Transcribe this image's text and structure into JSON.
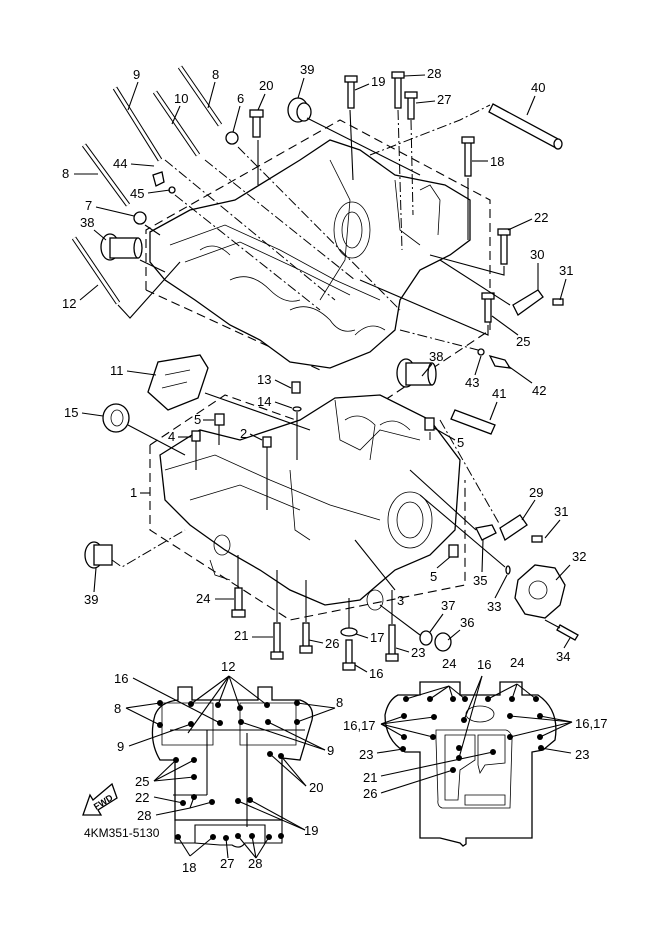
{
  "diagram": {
    "title": "Crankcase exploded parts diagram",
    "drawing_code": "4KM351-5130",
    "fwd_label": "FWD",
    "callouts": {
      "c9": "9",
      "c8a": "8",
      "c10": "10",
      "c6": "6",
      "c20": "20",
      "c39a": "39",
      "c19": "19",
      "c28": "28",
      "c27": "27",
      "c40": "40",
      "c8b": "8",
      "c44": "44",
      "c45": "45",
      "c7": "7",
      "c38a": "38",
      "c12": "12",
      "c18": "18",
      "c22": "22",
      "c30": "30",
      "c31a": "31",
      "c25": "25",
      "c38b": "38",
      "c43": "43",
      "c42": "42",
      "c11": "11",
      "c13": "13",
      "c14": "14",
      "c15": "15",
      "c5a": "5",
      "c4": "4",
      "c2": "2",
      "c41": "41",
      "c5b": "5",
      "c1": "1",
      "c29": "29",
      "c31b": "31",
      "c39b": "39",
      "c3": "3",
      "c5c": "5",
      "c35": "35",
      "c32": "32",
      "c33": "33",
      "c24": "24",
      "c37": "37",
      "c36": "36",
      "c21": "21",
      "c26": "26",
      "c17": "17",
      "c23": "23",
      "c16": "16",
      "c34": "34"
    },
    "upper_bolt_layout": {
      "labels": {
        "u12": "12",
        "u16": "16",
        "u8l": "8",
        "u8r": "8",
        "u9l": "9",
        "u9r": "9",
        "u25": "25",
        "u20": "20",
        "u22": "22",
        "u28": "28",
        "u19": "19",
        "u18": "18",
        "u27": "27",
        "u28b": "28"
      }
    },
    "lower_bolt_layout": {
      "labels": {
        "l24a": "24",
        "l16": "16",
        "l24b": "24",
        "l1617a": "16,17",
        "l1617b": "16,17",
        "l23a": "23",
        "l23b": "23",
        "l21": "21",
        "l26": "26"
      }
    }
  }
}
